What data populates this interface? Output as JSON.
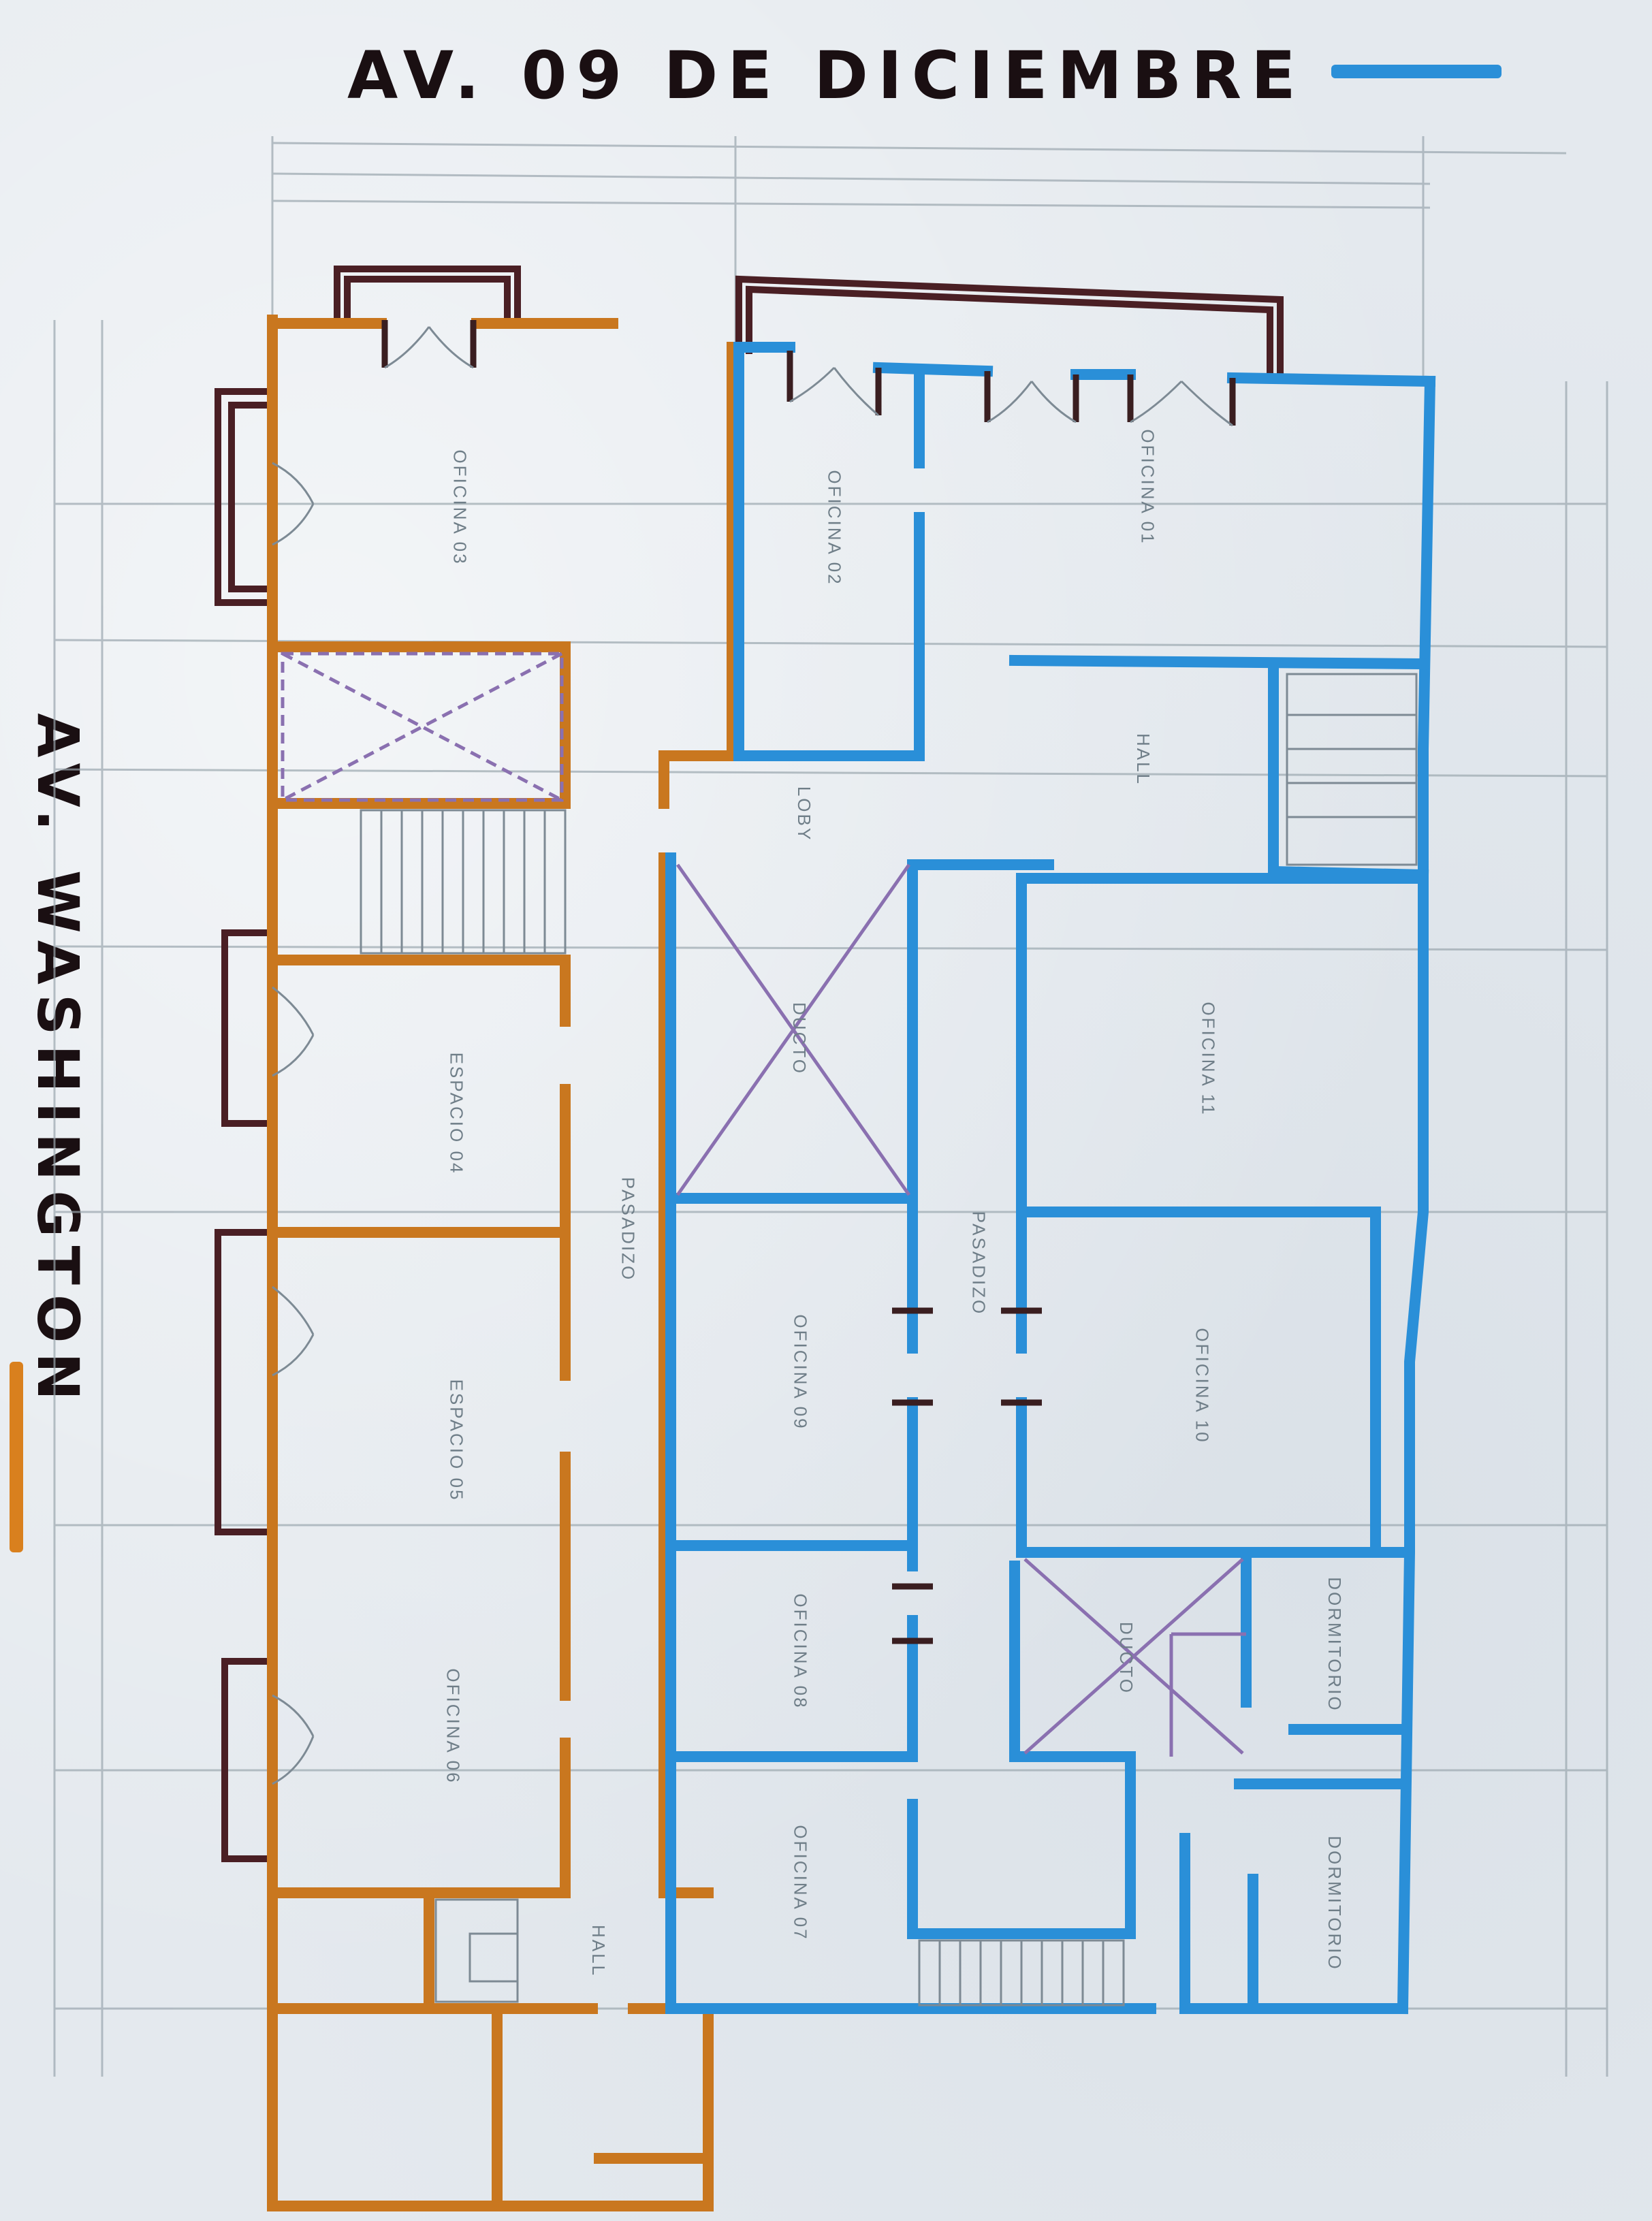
{
  "streets": {
    "top": {
      "name": "AV. 09 DE DICIEMBRE",
      "legend_color": "#2a8fd8"
    },
    "left": {
      "name": "AV. WASHINGTON",
      "legend_color": "#d9801e"
    }
  },
  "colors": {
    "orange_walls": "#c9771f",
    "blue_walls": "#2a8fd8",
    "dark_balcony": "#4a1f24",
    "ducto_lines": "#8a70b0",
    "pencil": "#7d8a94"
  },
  "rooms": [
    {
      "id": "oficina-03-left",
      "label": "OFICINA 03",
      "zone": "orange"
    },
    {
      "id": "espacio-04",
      "label": "ESPACIO 04",
      "zone": "orange"
    },
    {
      "id": "espacio-05",
      "label": "ESPACIO 05",
      "zone": "orange"
    },
    {
      "id": "oficina-06",
      "label": "OFICINA 06",
      "zone": "orange"
    },
    {
      "id": "hall-left",
      "label": "HALL",
      "zone": "orange"
    },
    {
      "id": "pasadizo-left",
      "label": "PASADIZO",
      "zone": "orange"
    },
    {
      "id": "oficina-02",
      "label": "OFICINA 02",
      "zone": "blue"
    },
    {
      "id": "oficina-01",
      "label": "OFICINA 01",
      "zone": "blue"
    },
    {
      "id": "loby",
      "label": "LOBY",
      "zone": "blue"
    },
    {
      "id": "hall-right",
      "label": "HALL",
      "zone": "blue"
    },
    {
      "id": "ducto-top",
      "label": "DUCTO",
      "zone": "blue"
    },
    {
      "id": "pasadizo-right",
      "label": "PASADIZO",
      "zone": "blue"
    },
    {
      "id": "oficina-11",
      "label": "OFICINA 11",
      "zone": "blue"
    },
    {
      "id": "oficina-09",
      "label": "OFICINA 09",
      "zone": "blue"
    },
    {
      "id": "oficina-10",
      "label": "OFICINA 10",
      "zone": "blue"
    },
    {
      "id": "oficina-08",
      "label": "OFICINA 08",
      "zone": "blue"
    },
    {
      "id": "ducto-bottom",
      "label": "DUCTO",
      "zone": "blue"
    },
    {
      "id": "dormitorio-1",
      "label": "DORMITORIO",
      "zone": "blue"
    },
    {
      "id": "oficina-07",
      "label": "OFICINA 07",
      "zone": "blue"
    },
    {
      "id": "dormitorio-2",
      "label": "DORMITORIO",
      "zone": "blue"
    }
  ]
}
